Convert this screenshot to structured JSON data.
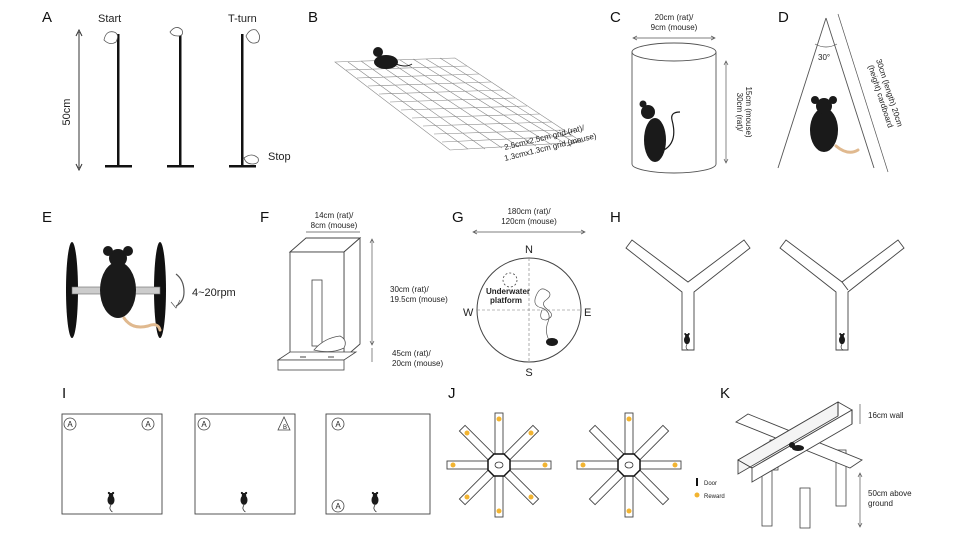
{
  "panels": {
    "A": {
      "letter": "A",
      "start": "Start",
      "tturn": "T-turn",
      "stop": "Stop",
      "height": "50cm"
    },
    "B": {
      "letter": "B",
      "grid1": "2.5cmx2.5cm grid (rat)/",
      "grid2": "1.3cmx1.3cm grid (mouse)"
    },
    "C": {
      "letter": "C",
      "w1": "20cm (rat)/",
      "w2": "9cm (mouse)",
      "h1": "30cm (rat)/",
      "h2": "15cm (mouse)"
    },
    "D": {
      "letter": "D",
      "angle": "30°",
      "len1": "30cm (length) 20cm",
      "len2": "(height) cardboard"
    },
    "E": {
      "letter": "E",
      "speed": "4~20rpm"
    },
    "F": {
      "letter": "F",
      "w1": "14cm (rat)/",
      "w2": "8cm (mouse)",
      "h1": "30cm (rat)/",
      "h2": "19.5cm (mouse)",
      "b1": "45cm (rat)/",
      "b2": "20cm (mouse)"
    },
    "G": {
      "letter": "G",
      "d1": "180cm (rat)/",
      "d2": "120cm (mouse)",
      "n": "N",
      "s": "S",
      "e": "E",
      "w": "W",
      "plat1": "Underwater",
      "plat2": "platform"
    },
    "H": {
      "letter": "H"
    },
    "I": {
      "letter": "I",
      "a": "A",
      "b": "B"
    },
    "J": {
      "letter": "J",
      "legend_door": "Door",
      "legend_reward": "Reward"
    },
    "K": {
      "letter": "K",
      "wall": "16cm wall",
      "above1": "50cm above",
      "above2": "ground"
    }
  },
  "colors": {
    "reward": "#f2b431",
    "tail": "#e0b98f",
    "mouse": "#1a1a1a"
  }
}
